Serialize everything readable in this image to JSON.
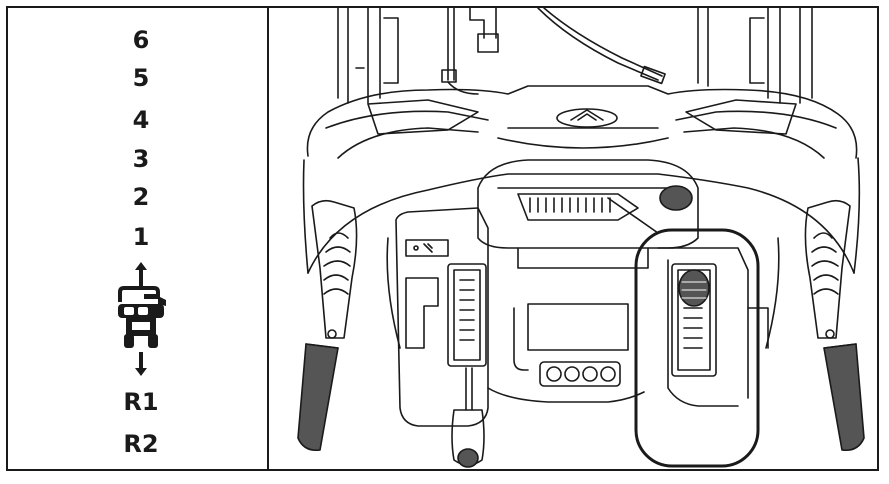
{
  "legend": {
    "gears_forward": [
      "6",
      "5",
      "4",
      "3",
      "2",
      "1"
    ],
    "gears_reverse": [
      "R1",
      "R2"
    ],
    "forward_arrow_icon": "up-arrow-icon",
    "reverse_arrow_icon": "down-arrow-icon",
    "vehicle_icon": "snowblower-icon"
  },
  "colors": {
    "line": "#1a1a1a",
    "grip_fill": "#555555",
    "background": "#ffffff"
  }
}
